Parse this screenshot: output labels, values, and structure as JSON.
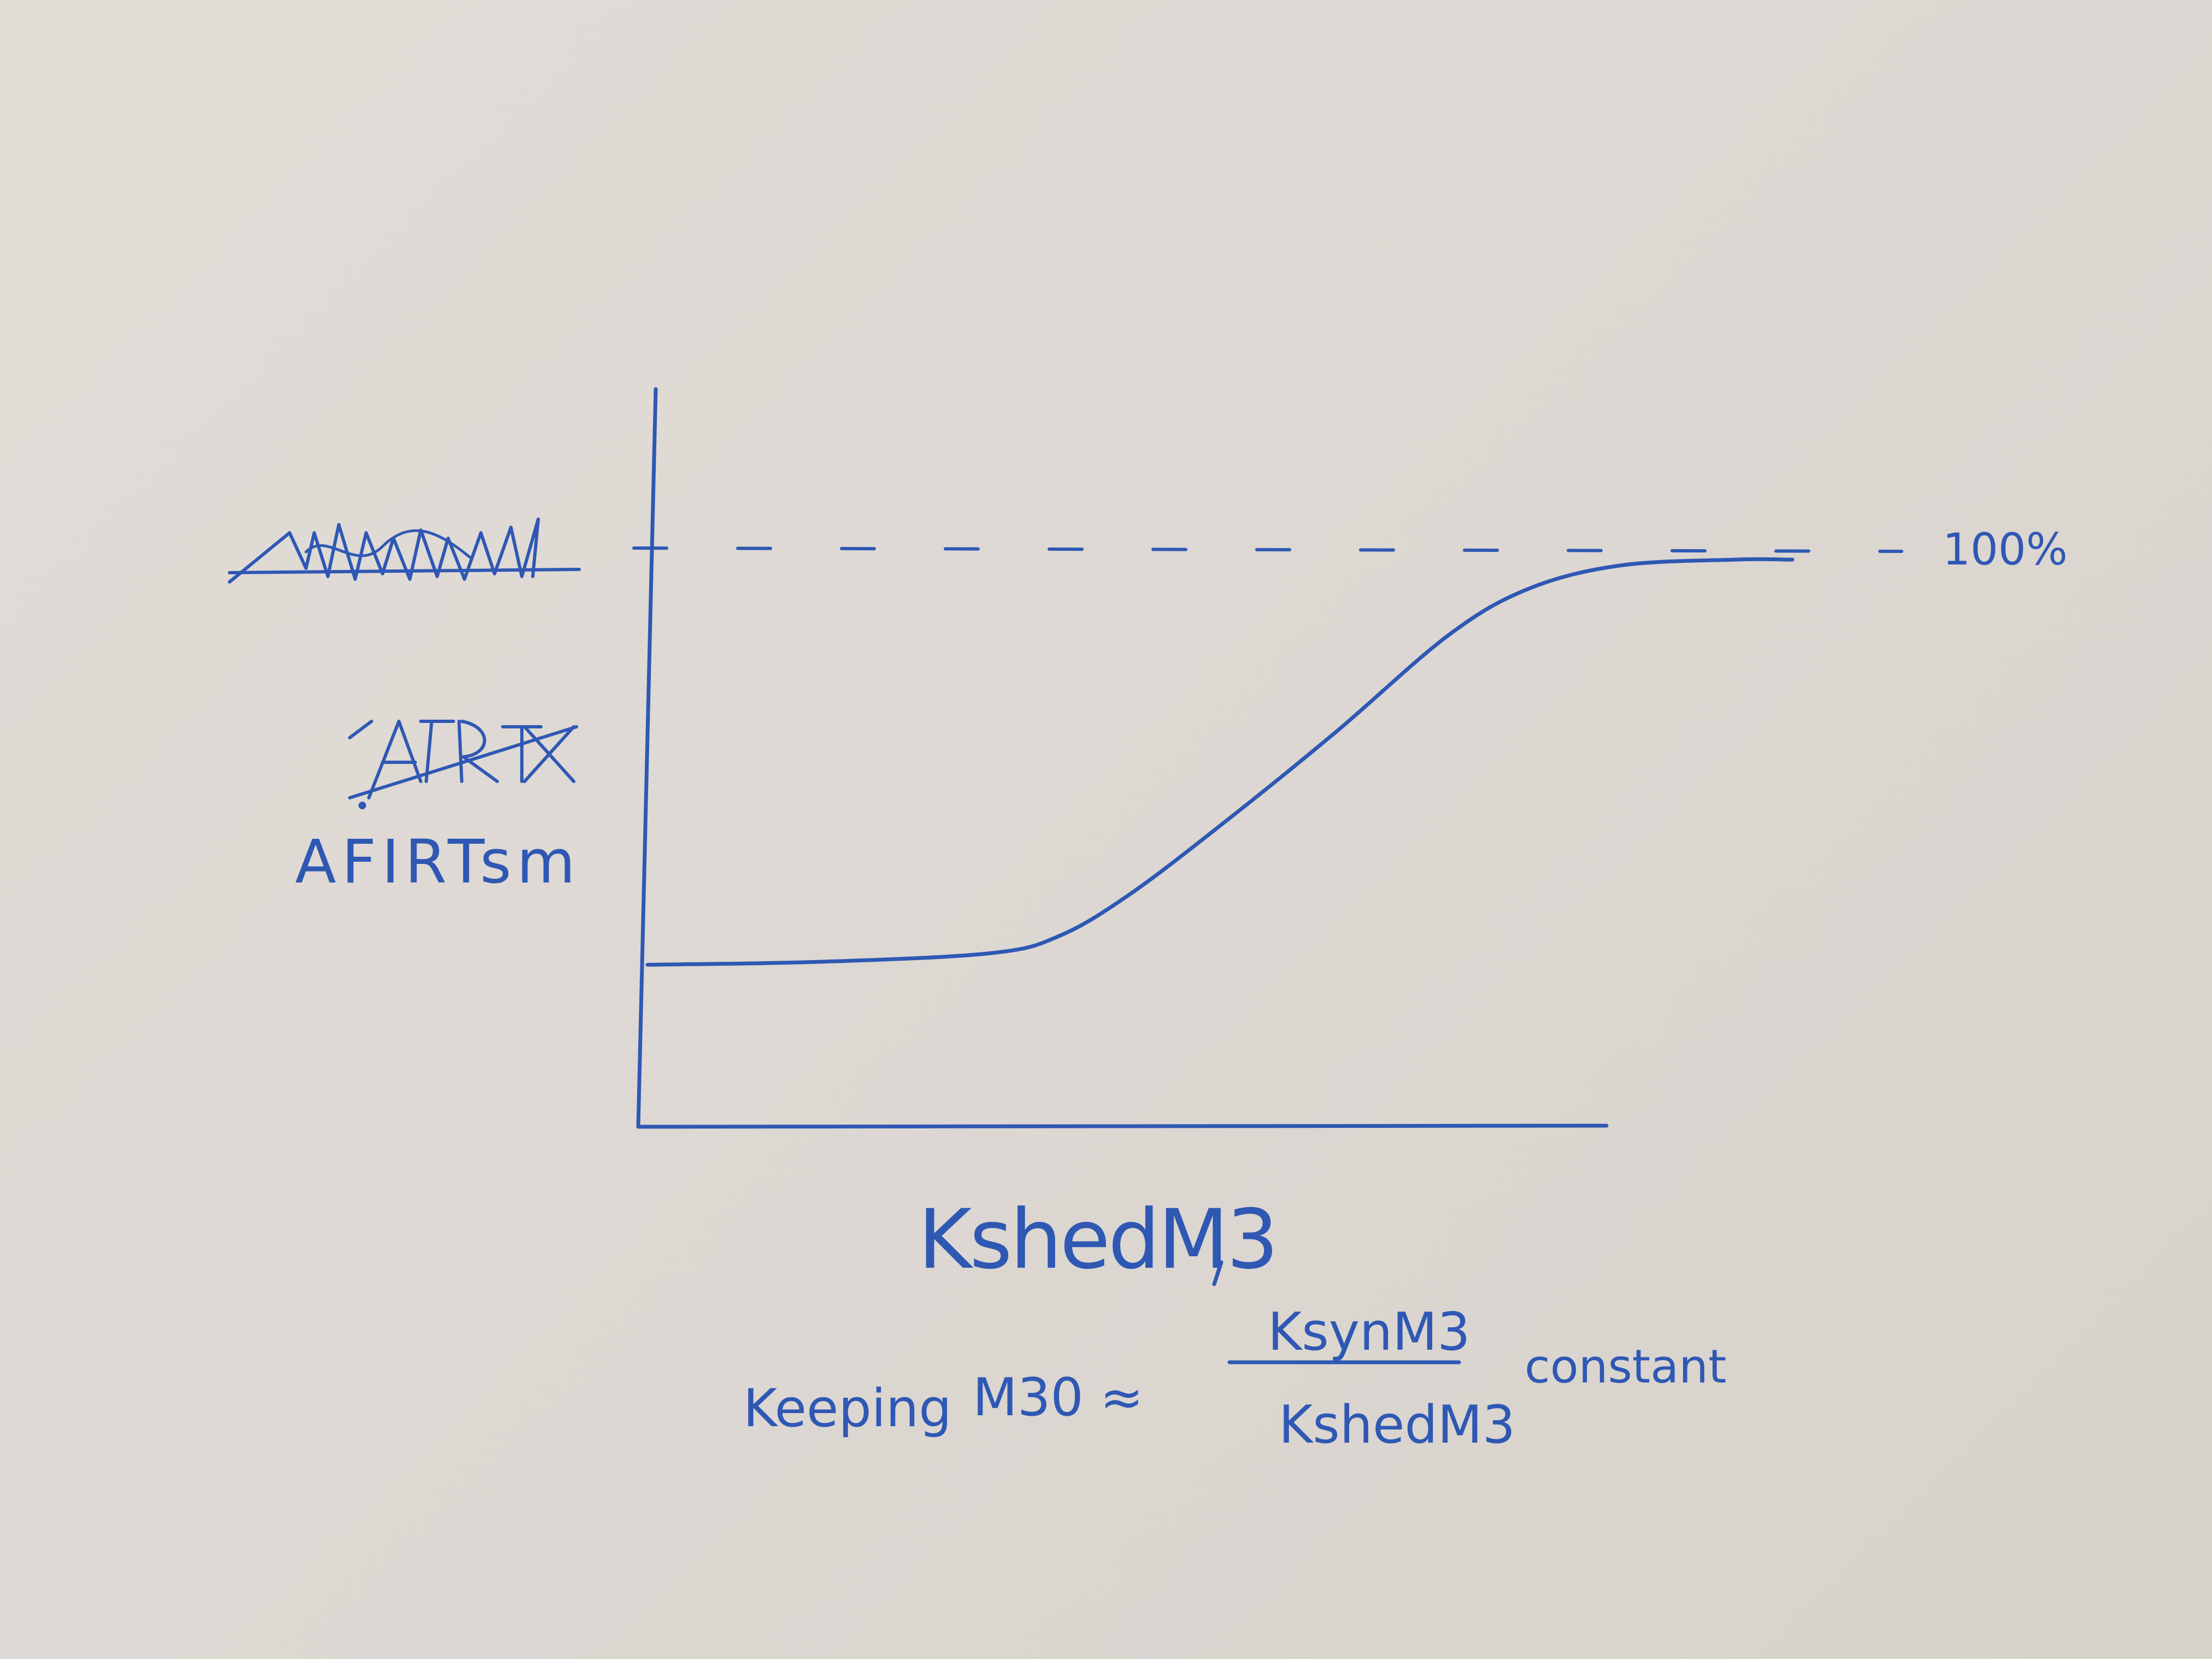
{
  "chart_data": {
    "type": "line",
    "title": "",
    "xlabel": "KshedM3",
    "ylabel": "AFIRTsm",
    "reference_line_label": "100%",
    "x_note": {
      "prefix": "Keeping",
      "symbol": "M30 ≈",
      "numerator": "KsynM3",
      "denominator": "KshedM3",
      "suffix": "constant"
    },
    "reference_level": 1.0,
    "ylim": [
      0,
      1.05
    ],
    "xlim": [
      0,
      1
    ],
    "series": [
      {
        "x": [
          0.0,
          0.15,
          0.3,
          0.36,
          0.42,
          0.5,
          0.6,
          0.7,
          0.77,
          0.85,
          0.95,
          1.0
        ],
        "values": [
          0.28,
          0.285,
          0.3,
          0.33,
          0.4,
          0.52,
          0.68,
          0.85,
          0.93,
          0.97,
          0.98,
          0.98
        ]
      }
    ],
    "grid": false,
    "colors": {
      "ink": "#2f58b4",
      "paper": "#ddd7d2"
    }
  }
}
